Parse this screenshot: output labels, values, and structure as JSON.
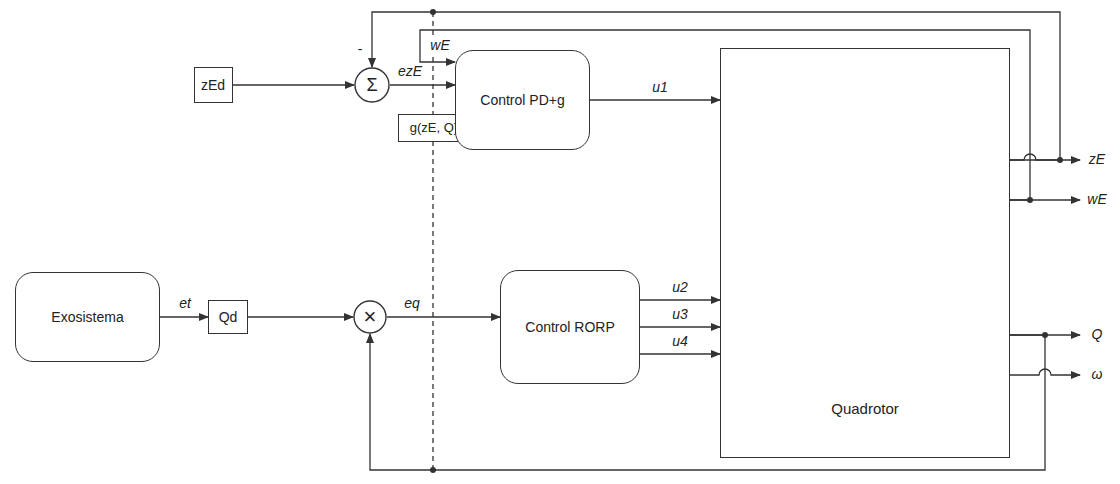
{
  "diagram": {
    "nodes": [
      {
        "text": [
          "zEd"
        ]
      },
      {
        "text": [
          "Σ"
        ]
      },
      {
        "text": [
          "g(zE, Q)"
        ]
      },
      {
        "text": [
          "Control PD+g"
        ]
      },
      {
        "text": [
          "Quadrotor"
        ]
      },
      {
        "text": [
          "Exosistema"
        ]
      },
      {
        "text": [
          "Qd"
        ]
      },
      {
        "text": [
          "×"
        ]
      },
      {
        "text": [
          "Control RORP"
        ]
      }
    ],
    "edges": [
      {
        "from": 0,
        "to": 1,
        "arrow": "to"
      },
      {
        "from": 1,
        "to": 3,
        "label": "ezE",
        "arrow": "to"
      },
      {
        "from": 2,
        "to": 3,
        "arrow": "to"
      },
      {
        "from": 3,
        "to": 4,
        "label": "u1",
        "arrow": "to"
      },
      {
        "from": 4,
        "to": 1,
        "arrow": "to"
      },
      {
        "from": 4,
        "to": 3,
        "label": "wE",
        "arrow": "to"
      },
      {
        "from": 5,
        "to": 6,
        "label": "et",
        "arrow": "to"
      },
      {
        "from": 6,
        "to": 7,
        "arrow": "to"
      },
      {
        "from": 7,
        "to": 8,
        "label": "eq",
        "arrow": "to"
      },
      {
        "from": 8,
        "to": 4,
        "label": "u2",
        "arrow": "to"
      },
      {
        "from": 8,
        "to": 4,
        "label": "u3",
        "arrow": "to"
      },
      {
        "from": 8,
        "to": 4,
        "label": "u4",
        "arrow": "to"
      },
      {
        "from": 4,
        "to": 7,
        "arrow": "to"
      }
    ],
    "labels": [
      "-",
      "zE",
      "wE",
      "Q",
      "ω"
    ]
  }
}
